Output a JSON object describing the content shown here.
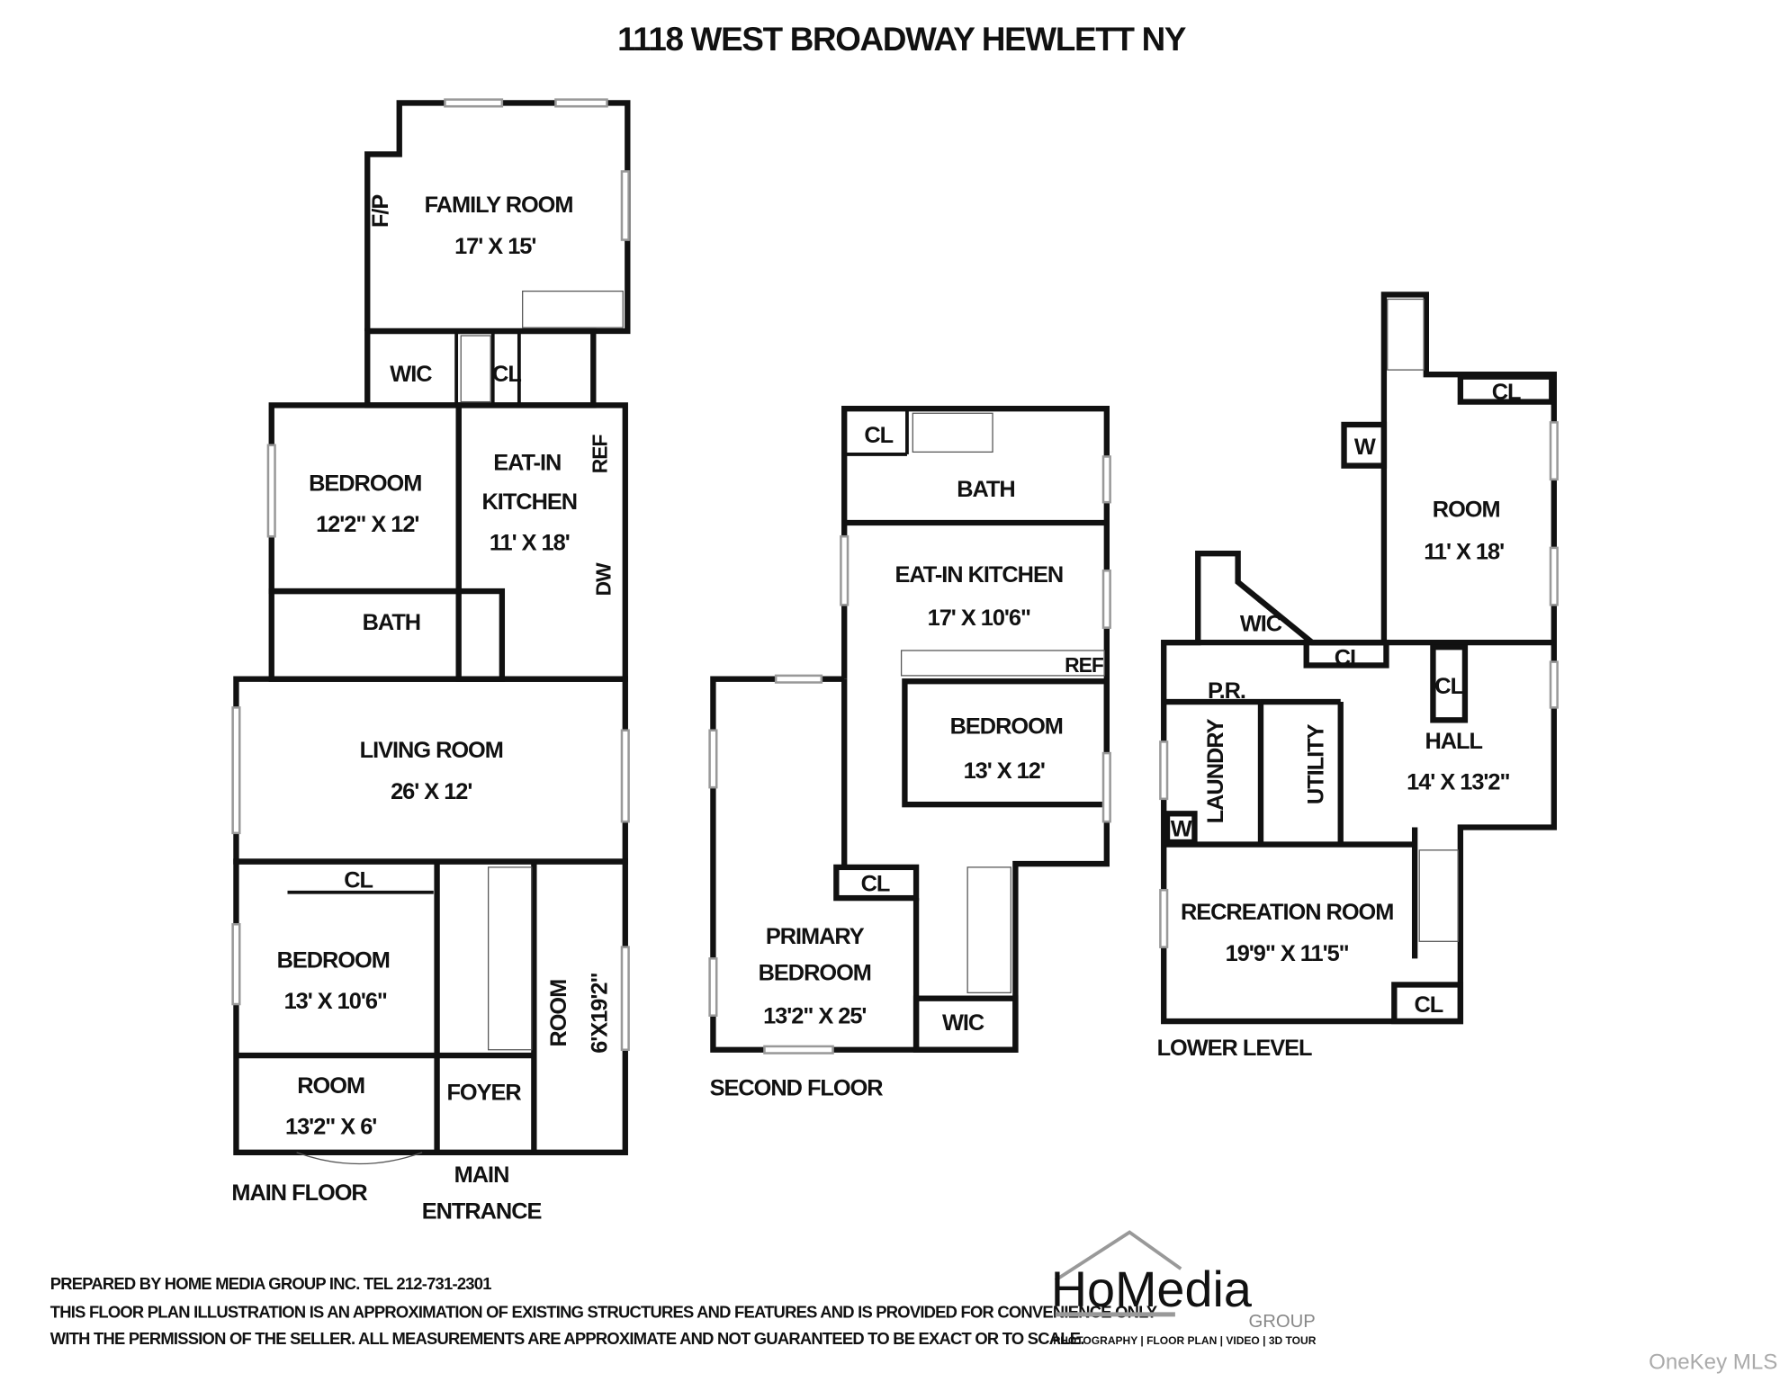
{
  "title": "1118 WEST BROADWAY HEWLETT NY",
  "main_floor": {
    "label": "MAIN FLOOR",
    "entrance_line1": "MAIN",
    "entrance_line2": "ENTRANCE",
    "rooms": {
      "family_room": {
        "name": "FAMILY ROOM",
        "dims": "17' X 15'"
      },
      "fireplace": "F/P",
      "wic": "WIC",
      "cl_top": "CL",
      "bedroom1": {
        "name": "BEDROOM",
        "dims": "12'2\" X 12'"
      },
      "kitchen": {
        "name1": "EAT-IN",
        "name2": "KITCHEN",
        "dims": "11' X 18'"
      },
      "ref": "REF",
      "dw": "DW",
      "bath": "BATH",
      "living_room": {
        "name": "LIVING ROOM",
        "dims": "26' X 12'"
      },
      "cl_bedroom": "CL",
      "bedroom2": {
        "name": "BEDROOM",
        "dims": "13' X 10'6\""
      },
      "room_small": {
        "name": "ROOM",
        "dims": "13'2\" X 6'"
      },
      "foyer": "FOYER",
      "room_side": {
        "name": "ROOM",
        "dims": "6'X19'2\""
      }
    }
  },
  "second_floor": {
    "label": "SECOND FLOOR",
    "rooms": {
      "cl_bath": "CL",
      "bath": "BATH",
      "kitchen": {
        "name": "EAT-IN KITCHEN",
        "dims": "17' X 10'6\""
      },
      "ref": "REF",
      "bedroom": {
        "name": "BEDROOM",
        "dims": "13' X 12'"
      },
      "primary": {
        "name1": "PRIMARY",
        "name2": "BEDROOM",
        "dims": "13'2\" X 25'"
      },
      "cl": "CL",
      "wic": "WIC"
    }
  },
  "lower_level": {
    "label": "LOWER LEVEL",
    "rooms": {
      "cl_room": "CL",
      "w_top": "W",
      "room": {
        "name": "ROOM",
        "dims": "11' X 18'"
      },
      "wic": "WIC",
      "cl_wic": "CL",
      "pr": "P.R.",
      "cl_hall": "CL",
      "hall": {
        "name": "HALL",
        "dims": "14' X 13'2\""
      },
      "laundry": "LAUNDRY",
      "utility": "UTILITY",
      "w_laundry": "W",
      "rec": {
        "name": "RECREATION ROOM",
        "dims": "19'9\" X 11'5\""
      },
      "cl_rec": "CL"
    }
  },
  "footer": {
    "line1": "PREPARED BY  HOME MEDIA GROUP INC.  TEL 212-731-2301",
    "line2": "THIS FLOOR PLAN ILLUSTRATION IS AN APPROXIMATION OF EXISTING STRUCTURES AND FEATURES AND IS PROVIDED FOR CONVENIENCE ONLY",
    "line3": "WITH THE PERMISSION OF THE SELLER. ALL MEASUREMENTS ARE APPROXIMATE AND NOT GUARANTEED TO BE EXACT OR TO SCALE."
  },
  "logo": {
    "name": "HoMedia",
    "group": "GROUP",
    "tagline": "PHOTOGRAPHY | FLOOR PLAN | VIDEO | 3D TOUR"
  },
  "watermark": "OneKey MLS"
}
